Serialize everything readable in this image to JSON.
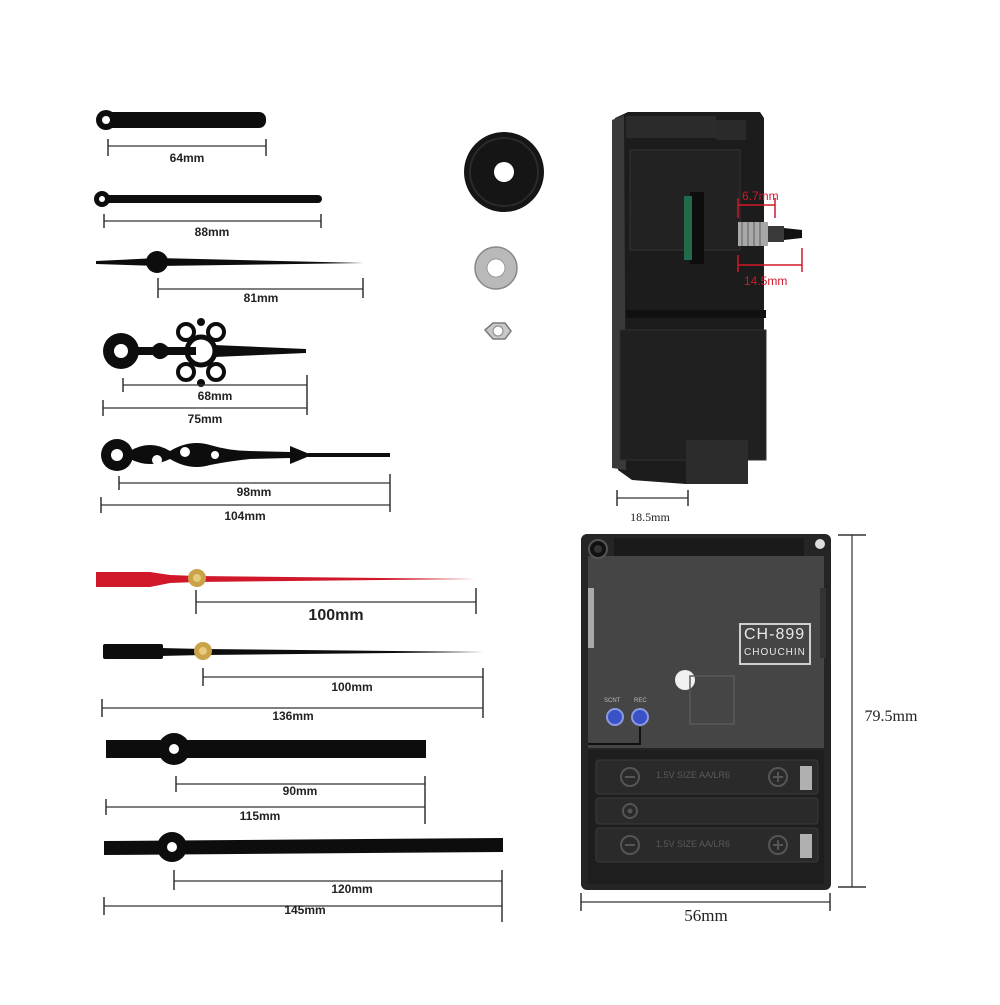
{
  "hands": {
    "pair1": {
      "hour": "64mm",
      "minute": "88mm"
    },
    "second_hand": "81mm",
    "ornate_hour": {
      "inner": "68mm",
      "total": "75mm"
    },
    "ornate_minute": {
      "inner": "98mm",
      "total": "104mm"
    },
    "red_second": "100mm",
    "black_second": {
      "inner": "100mm",
      "total": "136mm"
    },
    "flat_hour": {
      "inner": "90mm",
      "total": "115mm"
    },
    "flat_minute": {
      "inner": "120mm",
      "total": "145mm"
    }
  },
  "movement": {
    "side": {
      "depth": "18.5mm",
      "shaft_short": "6.7mm",
      "shaft_long": "14.5mm"
    },
    "back": {
      "width": "56mm",
      "height": "79.5mm",
      "model": "CH-899",
      "brand": "CHOUCHIN",
      "btn_left": "SCNT",
      "btn_right": "REC",
      "battery_text_1": "1.5V SIZE AA/LR6",
      "battery_text_2": "1.5V SIZE AA/LR6"
    }
  },
  "colors": {
    "hand": "#0d0d0d",
    "red_hand": "#d0182a",
    "brass": "#c9a24a",
    "button": "#3a52c8"
  }
}
